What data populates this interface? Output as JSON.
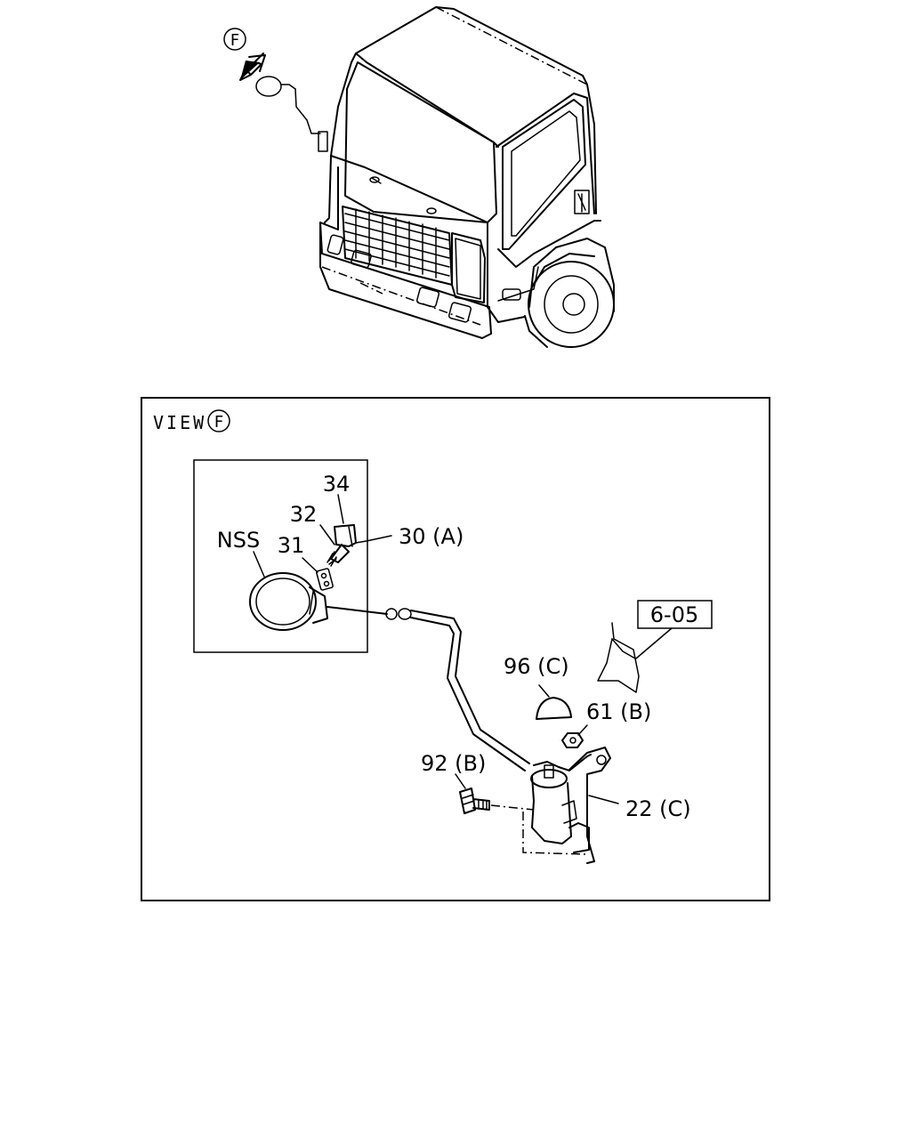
{
  "view_marker": {
    "letter": "F"
  },
  "view_frame": {
    "title": "VIEW",
    "letter": "F"
  },
  "part_labels": {
    "p34": "34",
    "p32": "32",
    "nss": "NSS",
    "p31": "31",
    "p30": "30 (A)",
    "p605": "6-05",
    "p96": "96 (C)",
    "p61": "61 (B)",
    "p92": "92 (B)",
    "p22": "22 (C)"
  },
  "colors": {
    "line": "#000000",
    "background": "#ffffff"
  }
}
